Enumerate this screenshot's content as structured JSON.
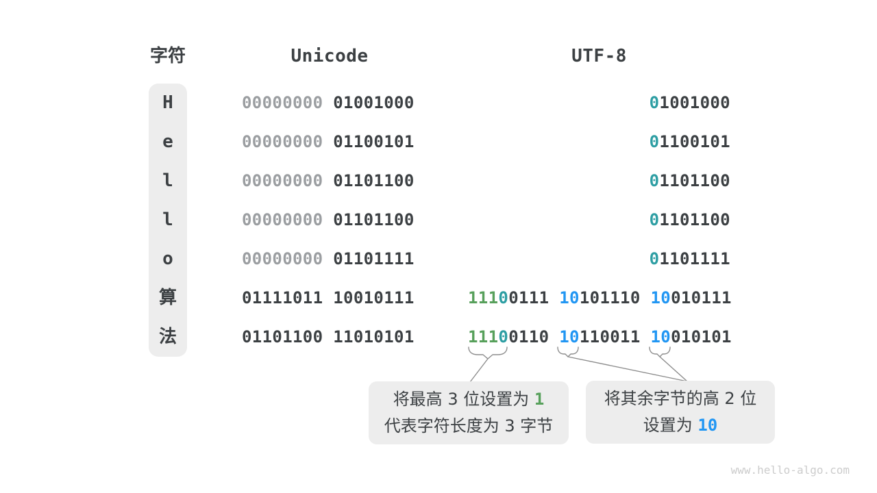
{
  "colors": {
    "background": "#ffffff",
    "dark": "#3C4043",
    "gray": "#9B9EA1",
    "green": "#57A05B",
    "teal": "#2D9EA3",
    "blue": "#2196F3",
    "panel_bg": "#EDEDED",
    "line": "#8C8C8C",
    "watermark": "#CCCCCC"
  },
  "headers": {
    "char": "字符",
    "unicode": "Unicode",
    "utf8": "UTF-8"
  },
  "rows": [
    {
      "char": "H",
      "unicode": [
        [
          "00000000",
          "gray"
        ],
        [
          "01001000",
          "dark"
        ]
      ],
      "utf8": [
        [
          [
            "0",
            "teal"
          ],
          [
            "1001000",
            "dark"
          ]
        ]
      ]
    },
    {
      "char": "e",
      "unicode": [
        [
          "00000000",
          "gray"
        ],
        [
          "01100101",
          "dark"
        ]
      ],
      "utf8": [
        [
          [
            "0",
            "teal"
          ],
          [
            "1100101",
            "dark"
          ]
        ]
      ]
    },
    {
      "char": "l",
      "unicode": [
        [
          "00000000",
          "gray"
        ],
        [
          "01101100",
          "dark"
        ]
      ],
      "utf8": [
        [
          [
            "0",
            "teal"
          ],
          [
            "1101100",
            "dark"
          ]
        ]
      ]
    },
    {
      "char": "l",
      "unicode": [
        [
          "00000000",
          "gray"
        ],
        [
          "01101100",
          "dark"
        ]
      ],
      "utf8": [
        [
          [
            "0",
            "teal"
          ],
          [
            "1101100",
            "dark"
          ]
        ]
      ]
    },
    {
      "char": "o",
      "unicode": [
        [
          "00000000",
          "gray"
        ],
        [
          "01101111",
          "dark"
        ]
      ],
      "utf8": [
        [
          [
            "0",
            "teal"
          ],
          [
            "1101111",
            "dark"
          ]
        ]
      ]
    },
    {
      "char": "算",
      "unicode": [
        [
          "01111011",
          "dark"
        ],
        [
          "10010111",
          "dark"
        ]
      ],
      "utf8": [
        [
          [
            "111",
            "green"
          ],
          [
            "0",
            "teal"
          ],
          [
            "0111",
            "dark"
          ]
        ],
        [
          [
            "10",
            "blue"
          ],
          [
            "101110",
            "dark"
          ]
        ],
        [
          [
            "10",
            "blue"
          ],
          [
            "010111",
            "dark"
          ]
        ]
      ]
    },
    {
      "char": "法",
      "unicode": [
        [
          "01101100",
          "dark"
        ],
        [
          "11010101",
          "dark"
        ]
      ],
      "utf8": [
        [
          [
            "111",
            "green"
          ],
          [
            "0",
            "teal"
          ],
          [
            "0110",
            "dark"
          ]
        ],
        [
          [
            "10",
            "blue"
          ],
          [
            "110011",
            "dark"
          ]
        ],
        [
          [
            "10",
            "blue"
          ],
          [
            "010101",
            "dark"
          ]
        ]
      ]
    }
  ],
  "callouts": [
    {
      "lines": [
        [
          {
            "t": "将最高 3 位设置为 ",
            "c": "text"
          },
          {
            "t": "1",
            "c": "green"
          }
        ],
        [
          {
            "t": "代表字符长度为 3 字节",
            "c": "text"
          }
        ]
      ]
    },
    {
      "lines": [
        [
          {
            "t": "将其余字节的高 2 位",
            "c": "text"
          }
        ],
        [
          {
            "t": "设置为 ",
            "c": "text"
          },
          {
            "t": "10",
            "c": "blue"
          }
        ]
      ]
    }
  ],
  "watermark": "www.hello-algo.com"
}
